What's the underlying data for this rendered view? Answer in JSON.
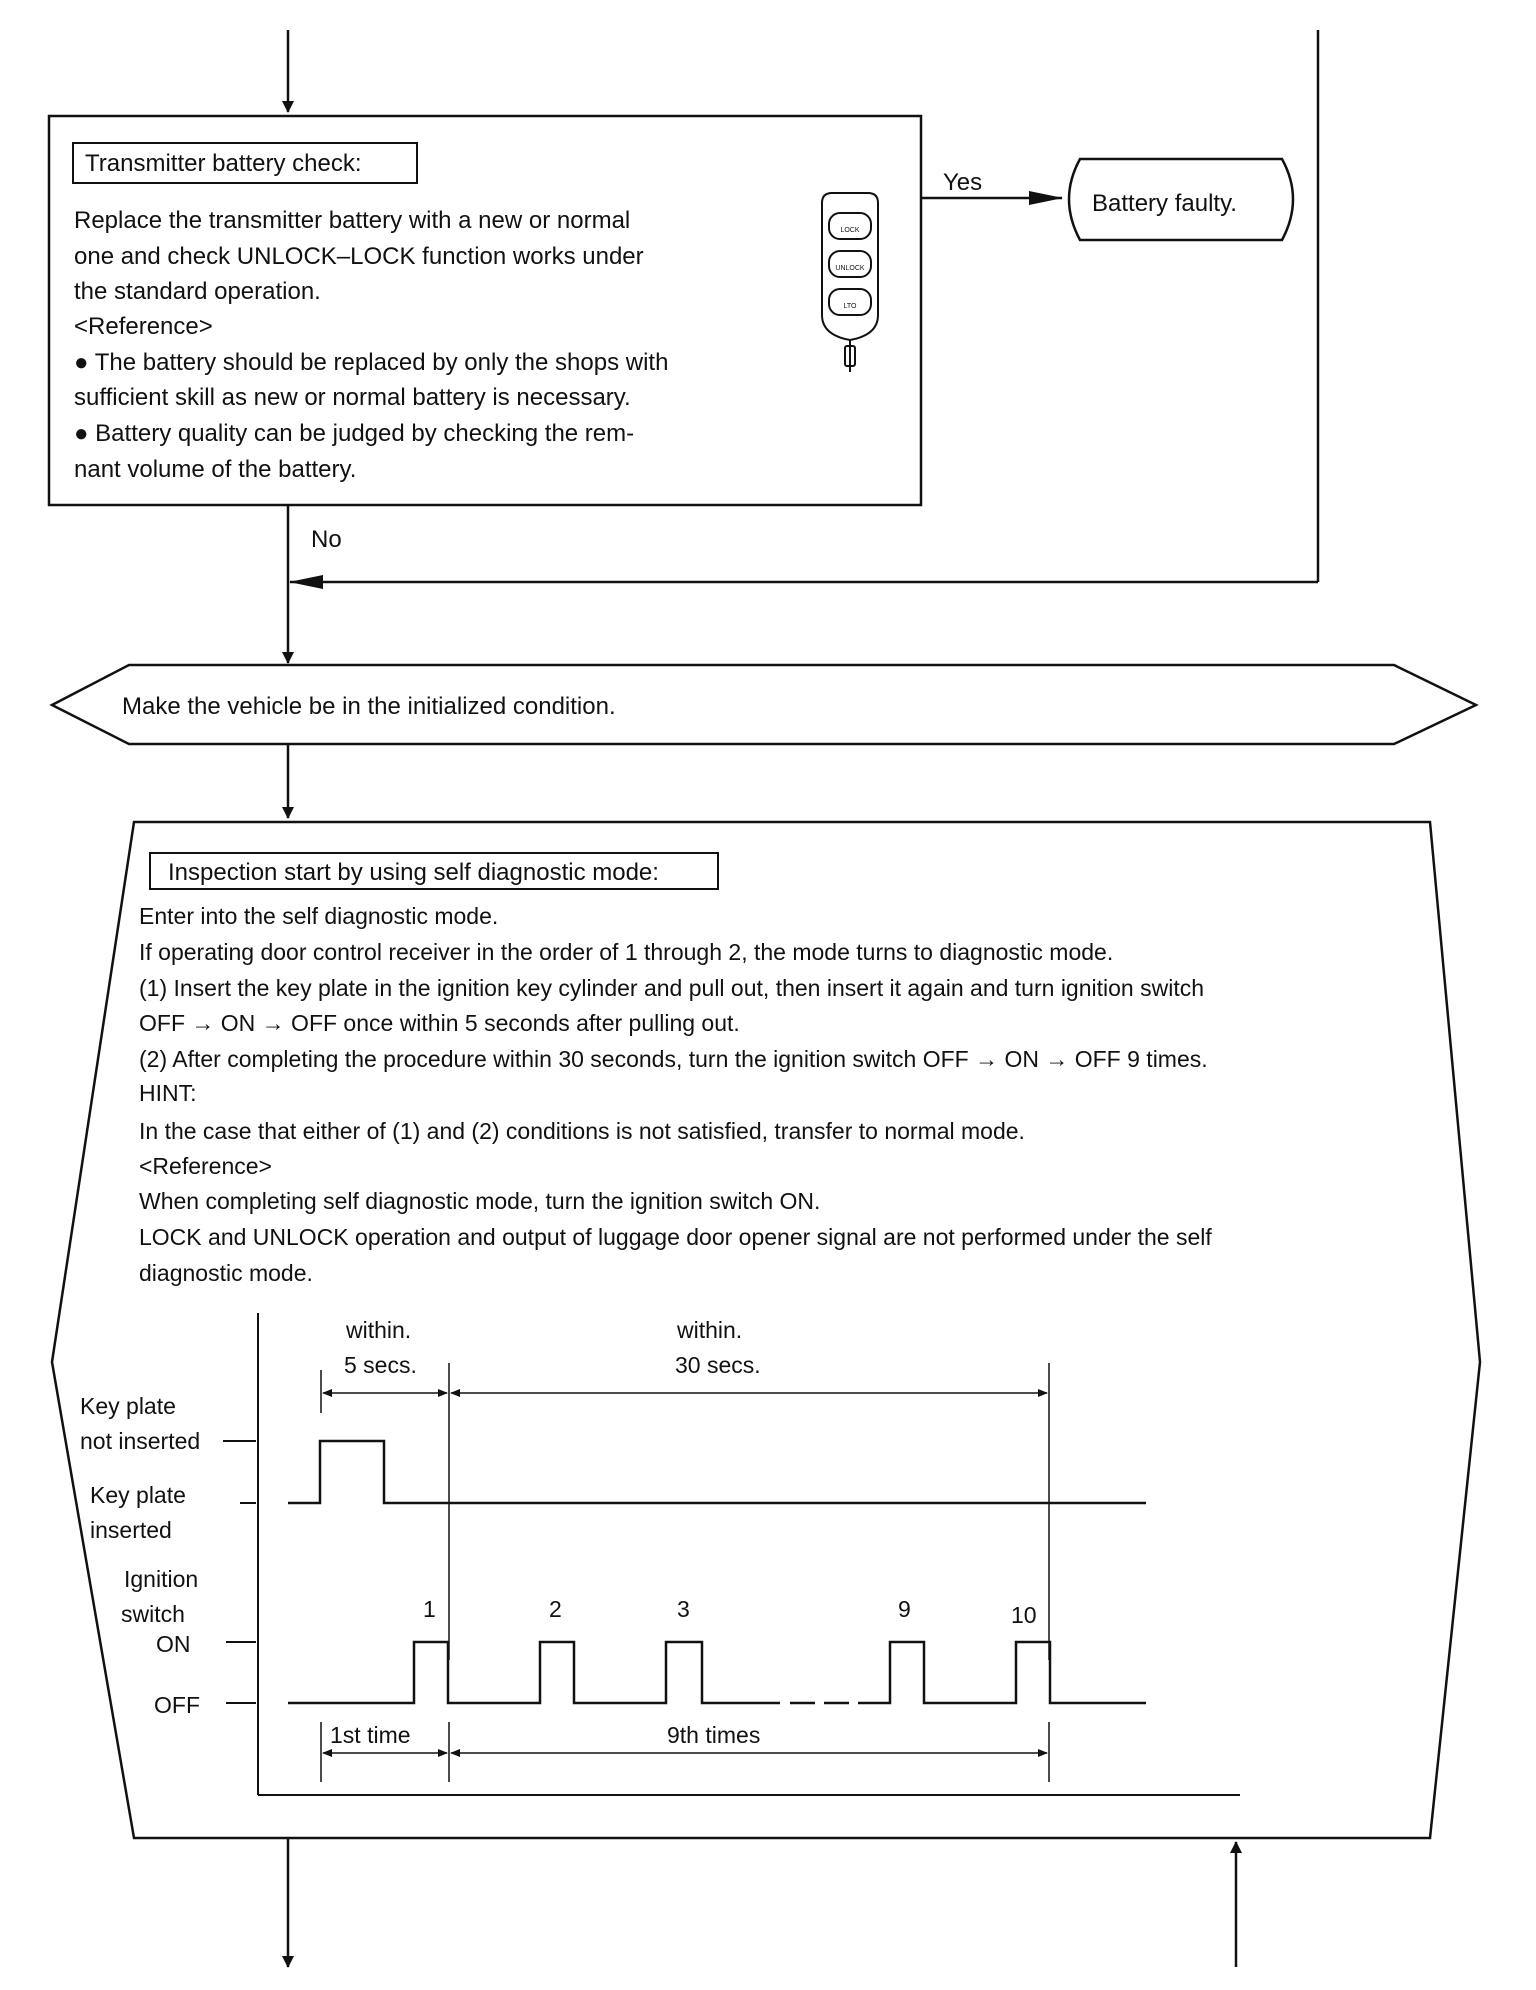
{
  "battery_check": {
    "heading": "Transmitter battery check:",
    "lines": [
      "Replace the transmitter battery with a new or normal",
      "one and check UNLOCK–LOCK function works under",
      "the standard operation.",
      "<Reference>",
      "● The battery should be replaced by only the shops with",
      "sufficient skill as new or normal battery is necessary.",
      "● Battery quality can be judged by checking the rem-",
      "nant volume of the battery."
    ],
    "yes_label": "Yes",
    "no_label": "No",
    "result": "Battery faulty.",
    "fob_buttons": [
      "LOCK",
      "UNLOCK",
      "LTO"
    ]
  },
  "init_step": {
    "text": "Make the vehicle be in the initialized condition."
  },
  "inspection": {
    "heading": "Inspection start by using self diagnostic mode:",
    "lines": [
      "Enter into the self diagnostic mode.",
      "If operating door control receiver in the order of 1 through 2, the mode turns to diagnostic mode.",
      "(1) Insert the key plate in the ignition key cylinder and pull out, then insert it again and turn ignition switch",
      "OFF → ON → OFF once within 5 seconds after pulling out.",
      "(2) After completing the procedure within 30 seconds, turn the ignition switch OFF → ON → OFF 9 times.",
      "HINT:",
      "In the case that either of (1) and (2) conditions is not satisfied, transfer to normal mode.",
      "<Reference>",
      "When completing self diagnostic mode, turn the ignition switch ON.",
      "LOCK and UNLOCK operation and output of luggage door opener signal are not performed under the self",
      "diagnostic mode."
    ]
  },
  "timing": {
    "within_5_line1": "within.",
    "within_5_line2": "5 secs.",
    "within_30_line1": "within.",
    "within_30_line2": "30 secs.",
    "key_not_inserted_1": "Key plate",
    "key_not_inserted_2": "not inserted",
    "key_inserted_1": "Key plate",
    "key_inserted_2": "inserted",
    "ignition_1": "Ignition",
    "ignition_2": "switch",
    "on_label": "ON",
    "off_label": "OFF",
    "pulse_numbers": [
      "1",
      "2",
      "3",
      "9",
      "10"
    ],
    "first_time": "1st time",
    "ninth_times": "9th times"
  },
  "colors": {
    "ink": "#111111",
    "paper": "#ffffff"
  }
}
